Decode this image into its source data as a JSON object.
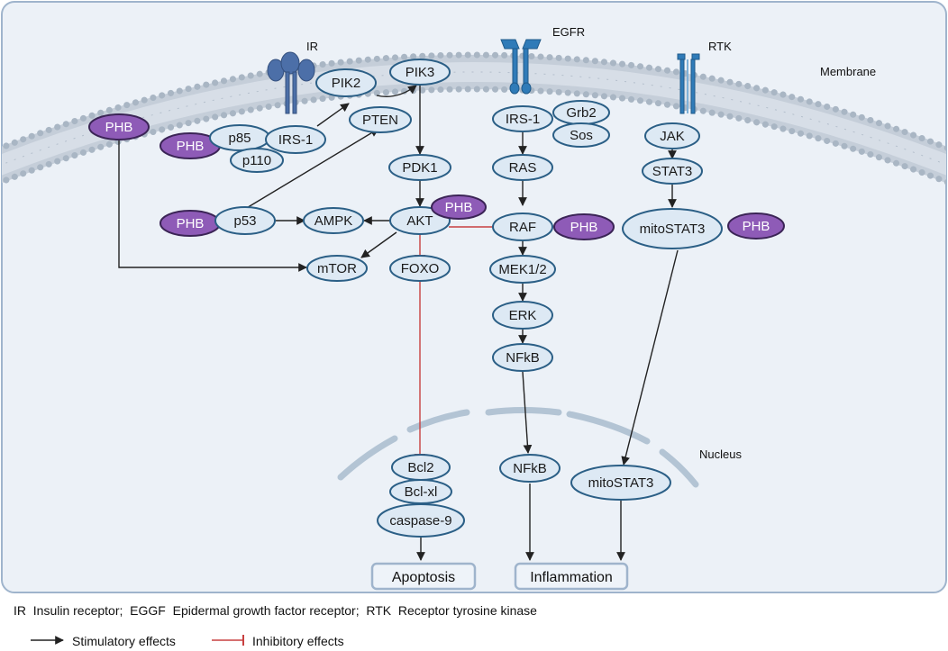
{
  "labels": {
    "ir": "IR",
    "egfr": "EGFR",
    "rtk": "RTK",
    "membrane": "Membrane",
    "nucleus": "Nucleus"
  },
  "nodes": {
    "phb_left": "PHB",
    "phb_p85": "PHB",
    "p85": "p85",
    "irs1_left": "IRS-1",
    "p110": "p110",
    "pik2": "PIK2",
    "pik3": "PIK3",
    "pten": "PTEN",
    "pdk1": "PDK1",
    "phb_akt": "PHB",
    "phb_p53": "PHB",
    "p53": "p53",
    "ampk": "AMPK",
    "akt": "AKT",
    "mtor": "mTOR",
    "foxo": "FOXO",
    "irs1_egfr": "IRS-1",
    "grb2": "Grb2",
    "sos": "Sos",
    "ras": "RAS",
    "raf": "RAF",
    "phb_raf": "PHB",
    "mek": "MEK1/2",
    "erk": "ERK",
    "nfkb": "NFkB",
    "nfkb_nuc": "NFkB",
    "jak": "JAK",
    "stat3": "STAT3",
    "mitostat3": "mitoSTAT3",
    "phb_stat": "PHB",
    "mitostat3_nuc": "mitoSTAT3",
    "bcl2": "Bcl2",
    "bclxl": "Bcl-xl",
    "casp9": "caspase-9"
  },
  "outcomes": {
    "apoptosis": "Apoptosis",
    "inflammation": "Inflammation"
  },
  "captions": {
    "abbrev": "IR  Insulin receptor;  EGGF  Epidermal growth factor receptor;  RTK  Receptor tyrosine kinase",
    "stimulatory": "Stimulatory effects",
    "inhibitory": "Inhibitory effects"
  },
  "colors": {
    "node_fill": "#dde9f4",
    "node_stroke": "#2b5f86",
    "phb_fill": "#8e5bb7",
    "cell_bg": "#ecf1f7",
    "membrane": "#a9b6c4",
    "stimulatory": "#222222",
    "inhibitory": "#c84040",
    "receptor": "#2f7bb8"
  }
}
